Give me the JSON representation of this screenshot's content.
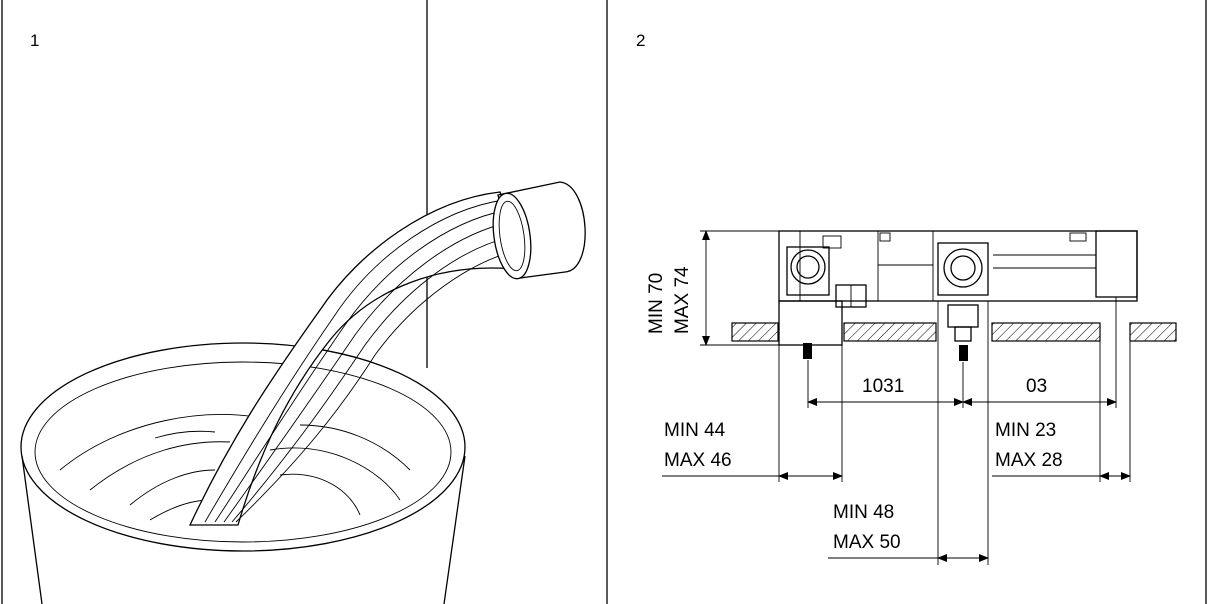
{
  "panels": [
    {
      "number": "1",
      "illustration": "water-into-bucket"
    },
    {
      "number": "2",
      "illustration": "installation-dimensions"
    }
  ],
  "dimensions": {
    "depth": {
      "min": "MIN 70",
      "max": "MAX 74"
    },
    "left_offset": {
      "min": "MIN 44",
      "max": "MAX 46"
    },
    "center_offset": {
      "min": "MIN 48",
      "max": "MAX 50"
    },
    "right_offset": {
      "min": "MIN 23",
      "max": "MAX 28"
    },
    "center_distance": "1031",
    "right_distance": "03"
  },
  "colors": {
    "line": "#000000",
    "background": "#ffffff"
  }
}
